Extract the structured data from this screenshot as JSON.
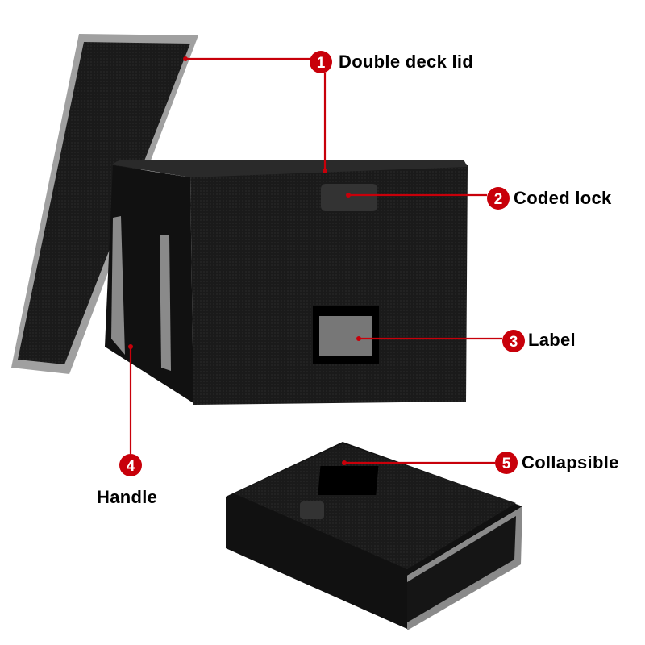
{
  "callouts": [
    {
      "number": "1",
      "label": "Double deck lid"
    },
    {
      "number": "2",
      "label": "Coded lock"
    },
    {
      "number": "3",
      "label": "Label"
    },
    {
      "number": "4",
      "label": "Handle"
    },
    {
      "number": "5",
      "label": "Collapsible"
    }
  ],
  "colors": {
    "accent": "#c8000a",
    "box": "#151515",
    "trim": "#8a8a8a"
  }
}
